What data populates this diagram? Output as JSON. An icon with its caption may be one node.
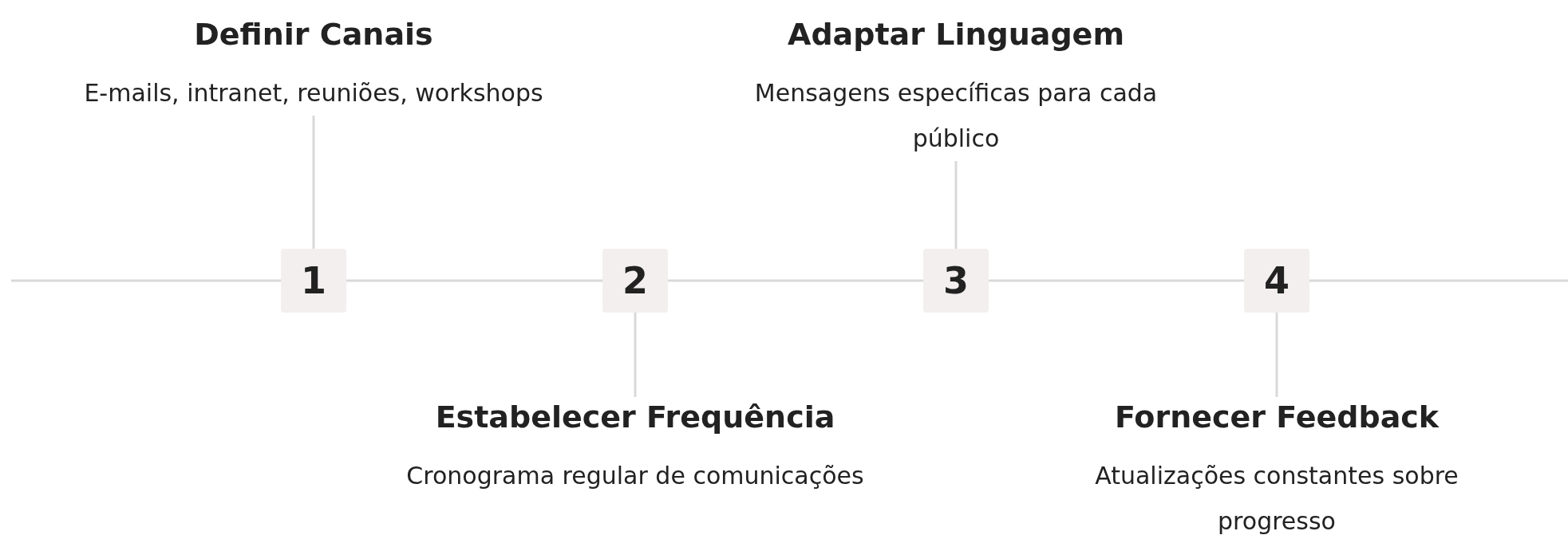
{
  "diagram": {
    "nodes": [
      {
        "text": [
          "1"
        ]
      },
      {
        "text": [
          "2"
        ]
      },
      {
        "text": [
          "3"
        ]
      },
      {
        "text": [
          "4"
        ]
      },
      {
        "text": [
          "Definir Canais",
          "E-mails, intranet, reuniões, workshops"
        ]
      },
      {
        "text": [
          "Estabelecer Frequência",
          "Cronograma regular de comunicações"
        ]
      },
      {
        "text": [
          "Adaptar Linguagem",
          "Mensagens específicas para cada público"
        ]
      },
      {
        "text": [
          "Fornecer Feedback",
          "Atualizações constantes sobre progresso"
        ]
      }
    ],
    "edges": [
      {
        "from": 0,
        "to": 1,
        "arrow": "none"
      },
      {
        "from": 1,
        "to": 2,
        "arrow": "none"
      },
      {
        "from": 2,
        "to": 3,
        "arrow": "none"
      },
      {
        "from": 0,
        "to": 4,
        "arrow": "none"
      },
      {
        "from": 1,
        "to": 5,
        "arrow": "none"
      },
      {
        "from": 2,
        "to": 6,
        "arrow": "none"
      },
      {
        "from": 3,
        "to": 7,
        "arrow": "none"
      }
    ]
  }
}
